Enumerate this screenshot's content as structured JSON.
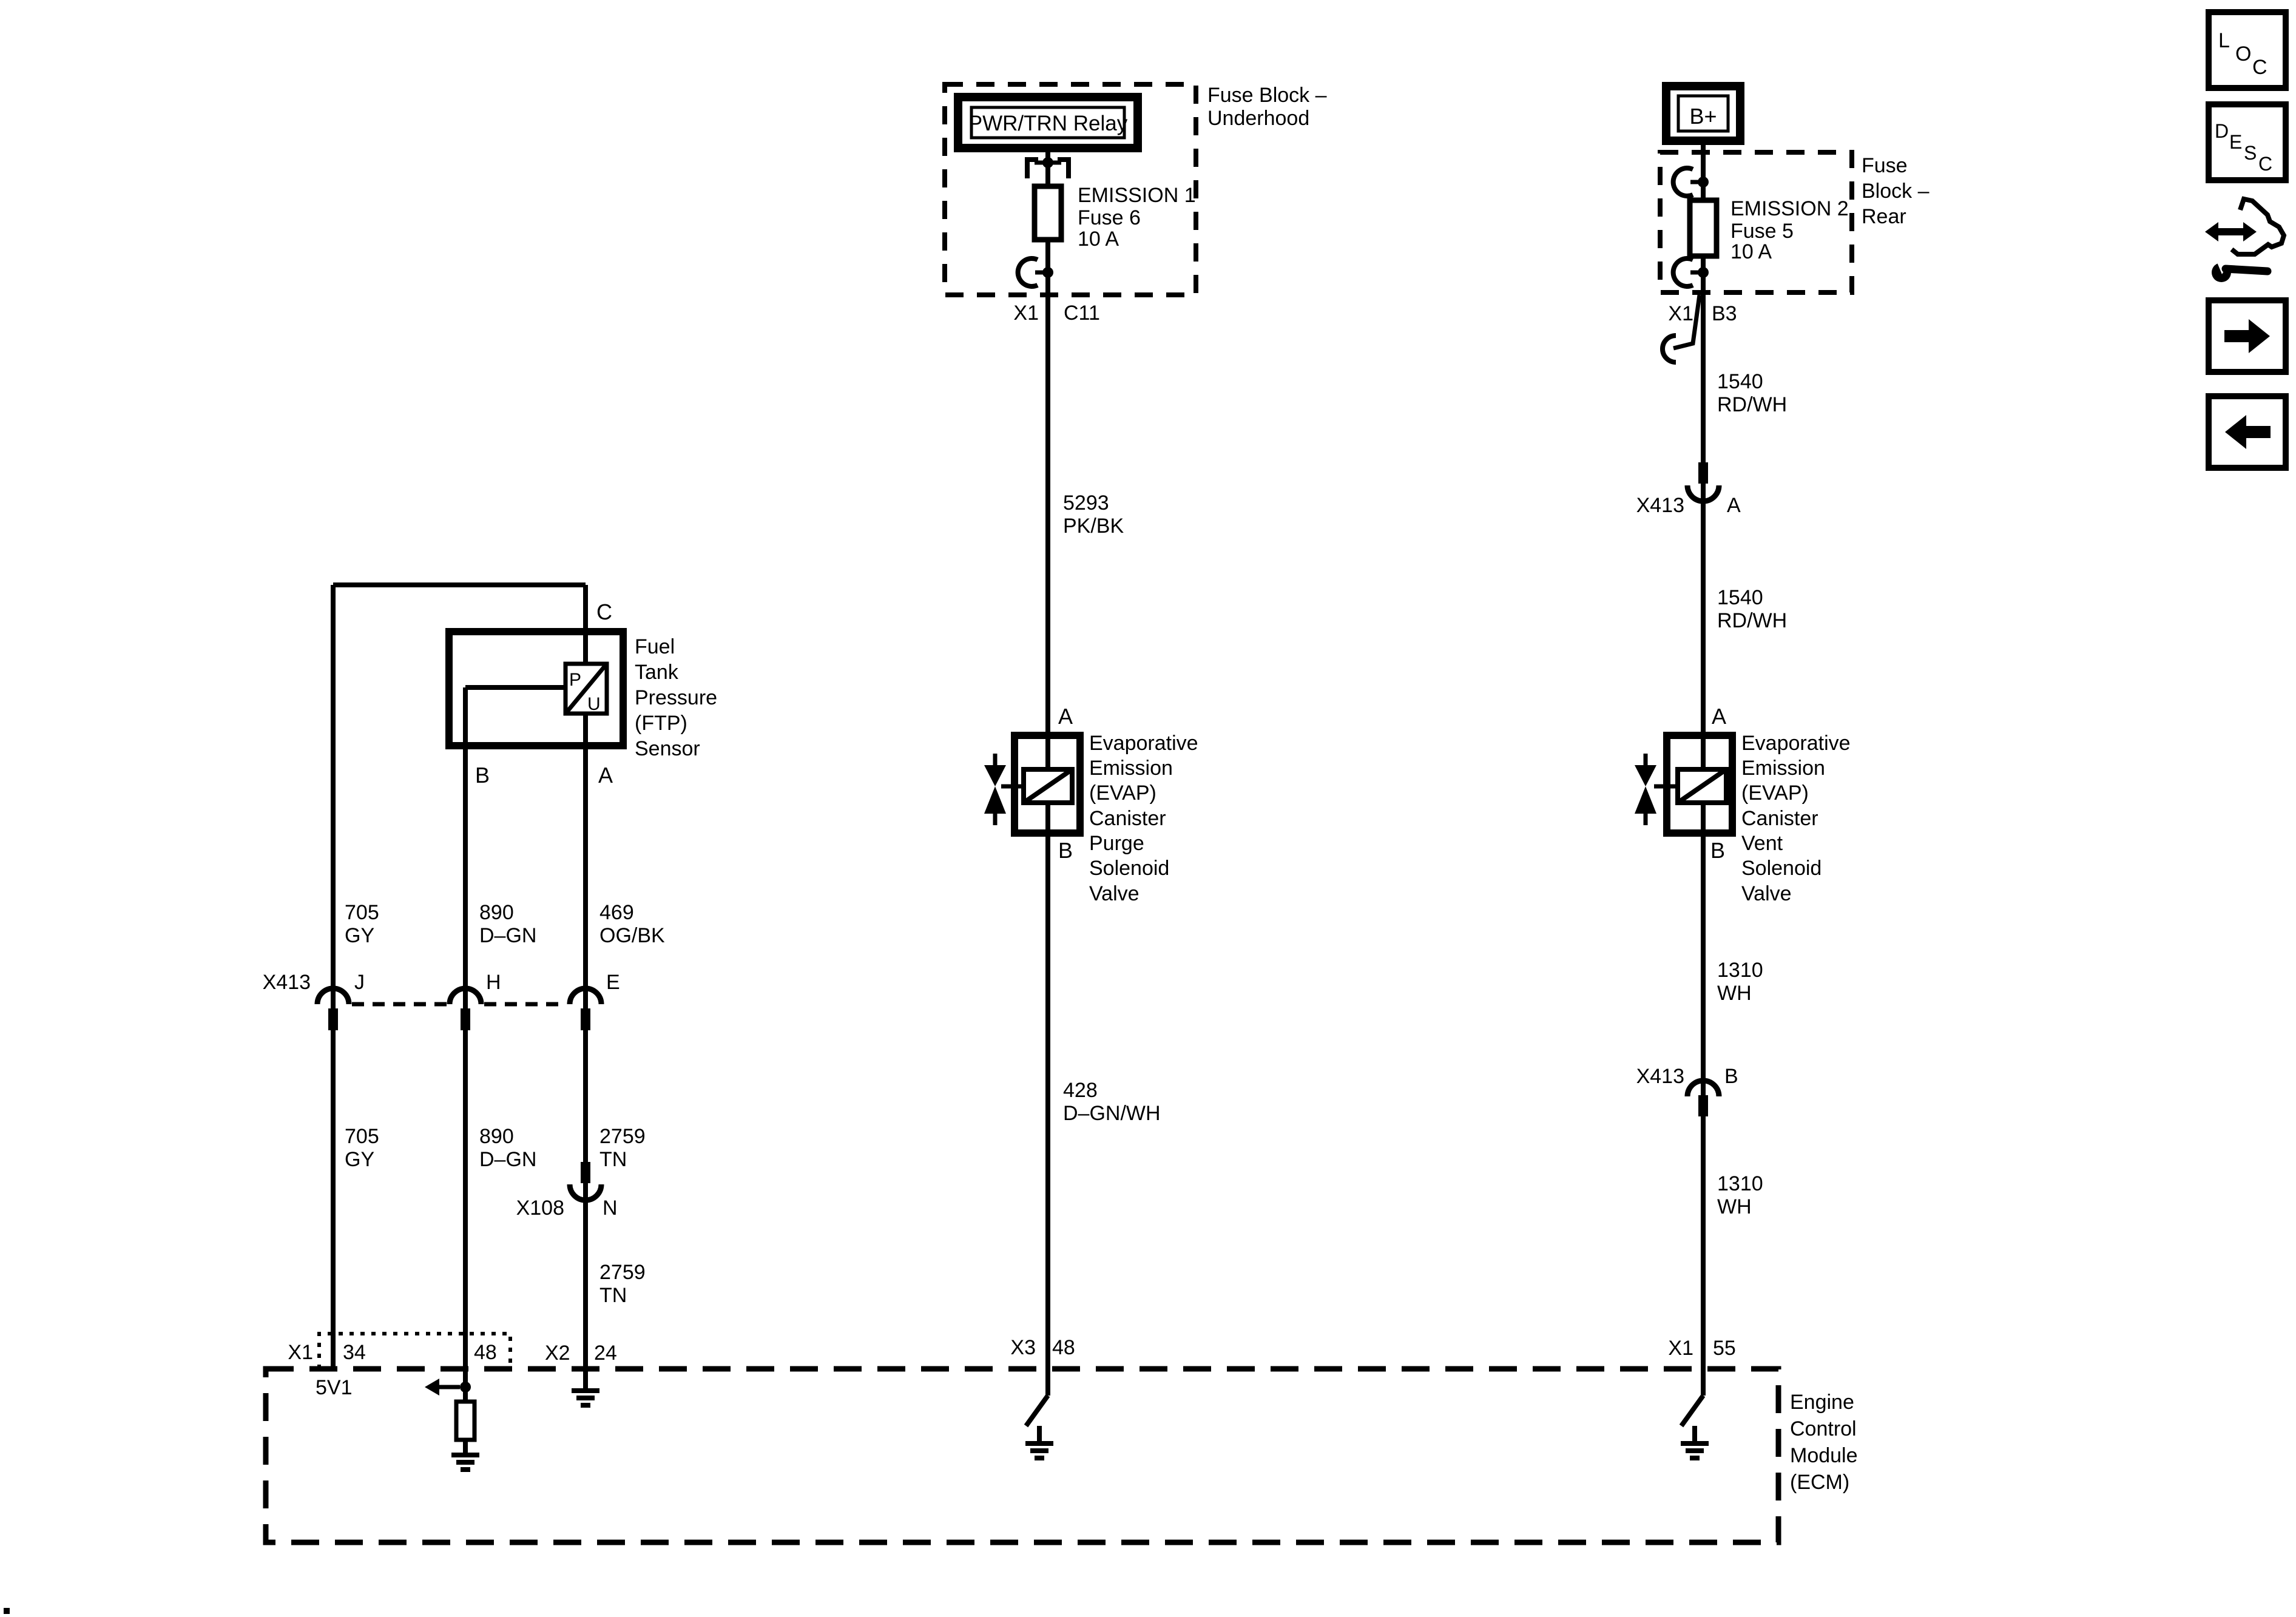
{
  "underhood": {
    "name": [
      "Fuse Block –",
      "Underhood"
    ],
    "relay": "PWR/TRN Relay",
    "fuse": [
      "EMISSION 1",
      "Fuse 6",
      "10 A"
    ],
    "exit_conn": "X1",
    "exit_pin": "C11"
  },
  "rear": {
    "name": [
      "Fuse",
      "Block –",
      "Rear"
    ],
    "source": "B+",
    "fuse": [
      "EMISSION 2",
      "Fuse 5",
      "10 A"
    ],
    "exit_conn": "X1",
    "exit_pin": "B3"
  },
  "ftp": {
    "name": [
      "Fuel",
      "Tank",
      "Pressure",
      "(FTP)",
      "Sensor"
    ],
    "pin_c": "C",
    "pin_b": "B",
    "pin_a": "A",
    "sym_p": "P",
    "sym_u": "U"
  },
  "purge": {
    "name": [
      "Evaporative",
      "Emission",
      "(EVAP)",
      "Canister",
      "Purge",
      "Solenoid",
      "Valve"
    ],
    "pin_a": "A",
    "pin_b": "B"
  },
  "vent": {
    "name": [
      "Evaporative",
      "Emission",
      "(EVAP)",
      "Canister",
      "Vent",
      "Solenoid",
      "Valve"
    ],
    "pin_a": "A",
    "pin_b": "B"
  },
  "wires": {
    "w5293": [
      "5293",
      "PK/BK"
    ],
    "w428": [
      "428",
      "D–GN/WH"
    ],
    "w1540_1": [
      "1540",
      "RD/WH"
    ],
    "w1540_2": [
      "1540",
      "RD/WH"
    ],
    "w1310_1": [
      "1310",
      "WH"
    ],
    "w1310_2": [
      "1310",
      "WH"
    ],
    "w705_1": [
      "705",
      "GY"
    ],
    "w705_2": [
      "705",
      "GY"
    ],
    "w890_1": [
      "890",
      "D–GN"
    ],
    "w890_2": [
      "890",
      "D–GN"
    ],
    "w469": [
      "469",
      "OG/BK"
    ],
    "w2759_1": [
      "2759",
      "TN"
    ],
    "w2759_2": [
      "2759",
      "TN"
    ]
  },
  "connectors": {
    "x413L": {
      "name": "X413",
      "pj": "J",
      "ph": "H",
      "pe": "E"
    },
    "x108": {
      "name": "X108",
      "pin": "N"
    },
    "x413A": {
      "name": "X413",
      "pin": "A"
    },
    "x413B": {
      "name": "X413",
      "pin": "B"
    }
  },
  "ecm": {
    "name": [
      "Engine",
      "Control",
      "Module",
      "(ECM)"
    ],
    "ref": "5V1",
    "p34c": "X1",
    "p34": "34",
    "p48": "48",
    "p24c": "X2",
    "p24": "24",
    "px3c": "X3",
    "px3": "48",
    "p55c": "X1",
    "p55": "55"
  },
  "toolbar": {
    "loc": [
      "L",
      "O",
      "C"
    ],
    "desc": [
      "D",
      "E",
      "S",
      "C"
    ]
  },
  "colors": {
    "ink": "#000000",
    "paper": "#ffffff"
  }
}
